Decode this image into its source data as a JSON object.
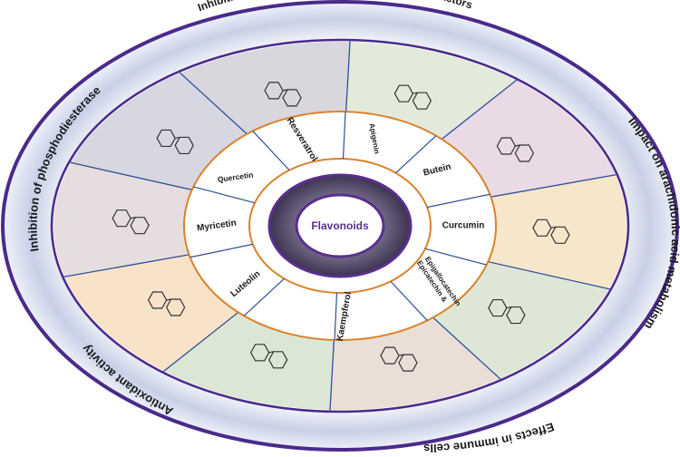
{
  "diagram": {
    "center_label": "Flavonoids",
    "outer_effects": [
      {
        "label": "Inhibition of protein kinases and transcription factors"
      },
      {
        "label": "Impact on arachidonic acid metabolism"
      },
      {
        "label": "Effects in immune cells"
      },
      {
        "label": "Antioxidant activity"
      },
      {
        "label": "Inhibition of phosphodiesterase"
      }
    ],
    "compounds": [
      {
        "label": "Resveratrol"
      },
      {
        "label": "Apigenin"
      },
      {
        "label": "Butein"
      },
      {
        "label": "Curcumin"
      },
      {
        "label": "Epicatechin &"
      },
      {
        "label": "Epigallocatechin"
      },
      {
        "label": "Kaempferol"
      },
      {
        "label": "Luteolin"
      },
      {
        "label": "Myricetin"
      },
      {
        "label": "Quercetin"
      }
    ],
    "colors": {
      "outer_ring": "#4a2a8a",
      "ring_fill": "#dfe4f2",
      "spoke": "#2f4f9a",
      "orange_ring": "#d9832b",
      "hub_ring": "#5a2f8f",
      "center_text": "#5a2f8f",
      "label_text": "#1a1a1a"
    },
    "segment_images": [
      {
        "icon": "stilbene-structure-icon",
        "tint": "#7a6b8a"
      },
      {
        "icon": "flavone-structure-icon",
        "tint": "#9fb37a"
      },
      {
        "icon": "chalcone-structure-icon",
        "tint": "#b07aa6"
      },
      {
        "icon": "curcumin-structure-icon",
        "tint": "#e0a640"
      },
      {
        "icon": "catechin-structure-icon",
        "tint": "#8aa86a"
      },
      {
        "icon": "kaempferol-structure-icon",
        "tint": "#b58a6a"
      },
      {
        "icon": "luteolin-structure-icon",
        "tint": "#7fa866"
      },
      {
        "icon": "myricetin-structure-icon",
        "tint": "#e89a3a"
      },
      {
        "icon": "quercetin-structure-icon",
        "tint": "#a58a8a"
      },
      {
        "icon": "grape-photo-icon",
        "tint": "#6b6f8f"
      }
    ]
  }
}
